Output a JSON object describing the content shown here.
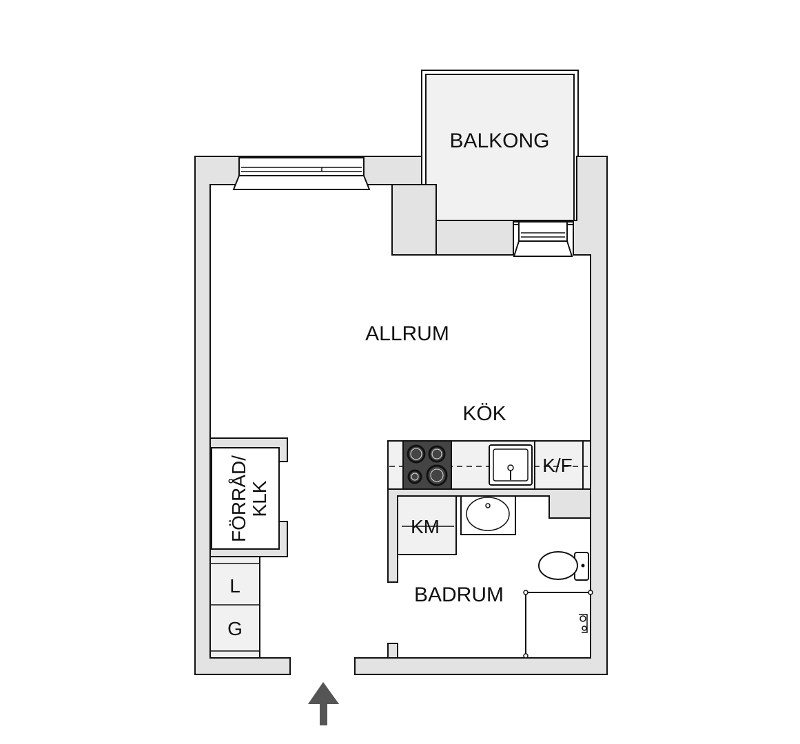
{
  "rooms": {
    "balcony": "BALKONG",
    "living": "ALLRUM",
    "kitchen": "KÖK",
    "fridge": "K/F",
    "storage_line1": "FÖRRÅD/",
    "storage_line2": "KLK",
    "washer": "KM",
    "bathroom": "BADRUM",
    "closet_l": "L",
    "closet_g": "G"
  },
  "colors": {
    "wall_fill": "#e3e3e3",
    "fixture_fill": "#f1f1f1",
    "stove_fill": "#444444",
    "arrow": "#555555"
  },
  "icons": [
    "entrance-arrow-icon",
    "stove-icon",
    "sink-icon",
    "washbasin-icon",
    "toilet-icon",
    "shower-icon"
  ]
}
